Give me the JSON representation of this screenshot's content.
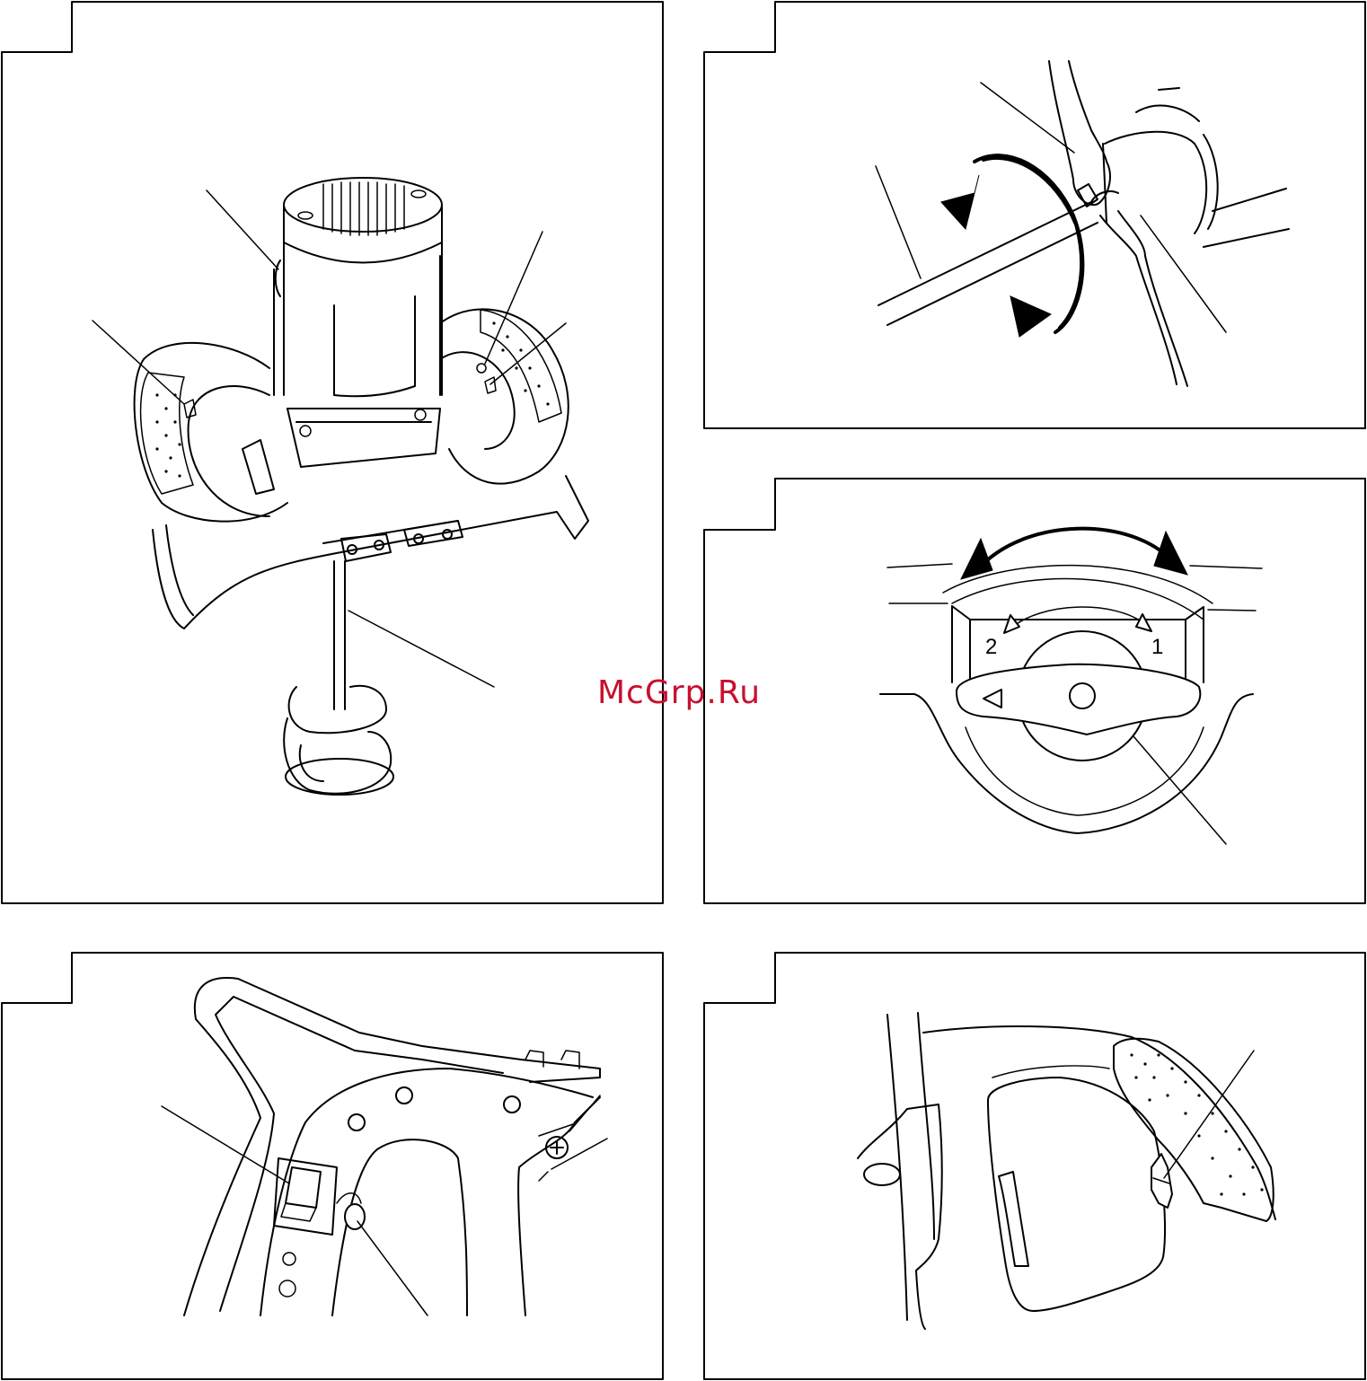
{
  "figures": [
    {
      "id": "fig-1",
      "subject": "mixer-overview"
    },
    {
      "id": "fig-2",
      "subject": "wrench-paddle-removal"
    },
    {
      "id": "fig-3",
      "subject": "speed-selector",
      "labels": {
        "left": "2",
        "right": "1"
      }
    },
    {
      "id": "fig-4",
      "subject": "switch-and-lock-button"
    },
    {
      "id": "fig-5",
      "subject": "handle-speed-dial"
    }
  ],
  "watermark": "McGrp.Ru",
  "colors": {
    "line": "#000000",
    "background": "#ffffff",
    "watermark": "#c8102e"
  }
}
